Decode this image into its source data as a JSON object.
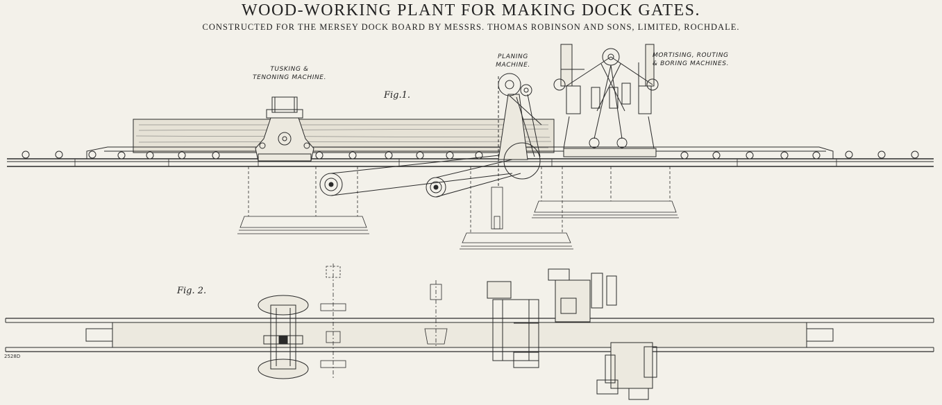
{
  "title": "WOOD-WORKING PLANT FOR MAKING DOCK GATES.",
  "subtitle": "CONSTRUCTED FOR THE MERSEY DOCK BOARD BY MESSRS. THOMAS ROBINSON AND SONS, LIMITED, ROCHDALE.",
  "labels": {
    "tusking_line1": "TUSKING &",
    "tusking_line2": "TENONING MACHINE.",
    "planing_line1": "PLANING",
    "planing_line2": "MACHINE.",
    "mortising_line1": "MORTISING, ROUTING",
    "mortising_line2": "& BORING MACHINES."
  },
  "figures": {
    "fig1": "Fig.1.",
    "fig2": "Fig. 2."
  },
  "plate_number": "2528D",
  "colors": {
    "paper": "#f3f1ea",
    "ink": "#2a2a2a"
  }
}
